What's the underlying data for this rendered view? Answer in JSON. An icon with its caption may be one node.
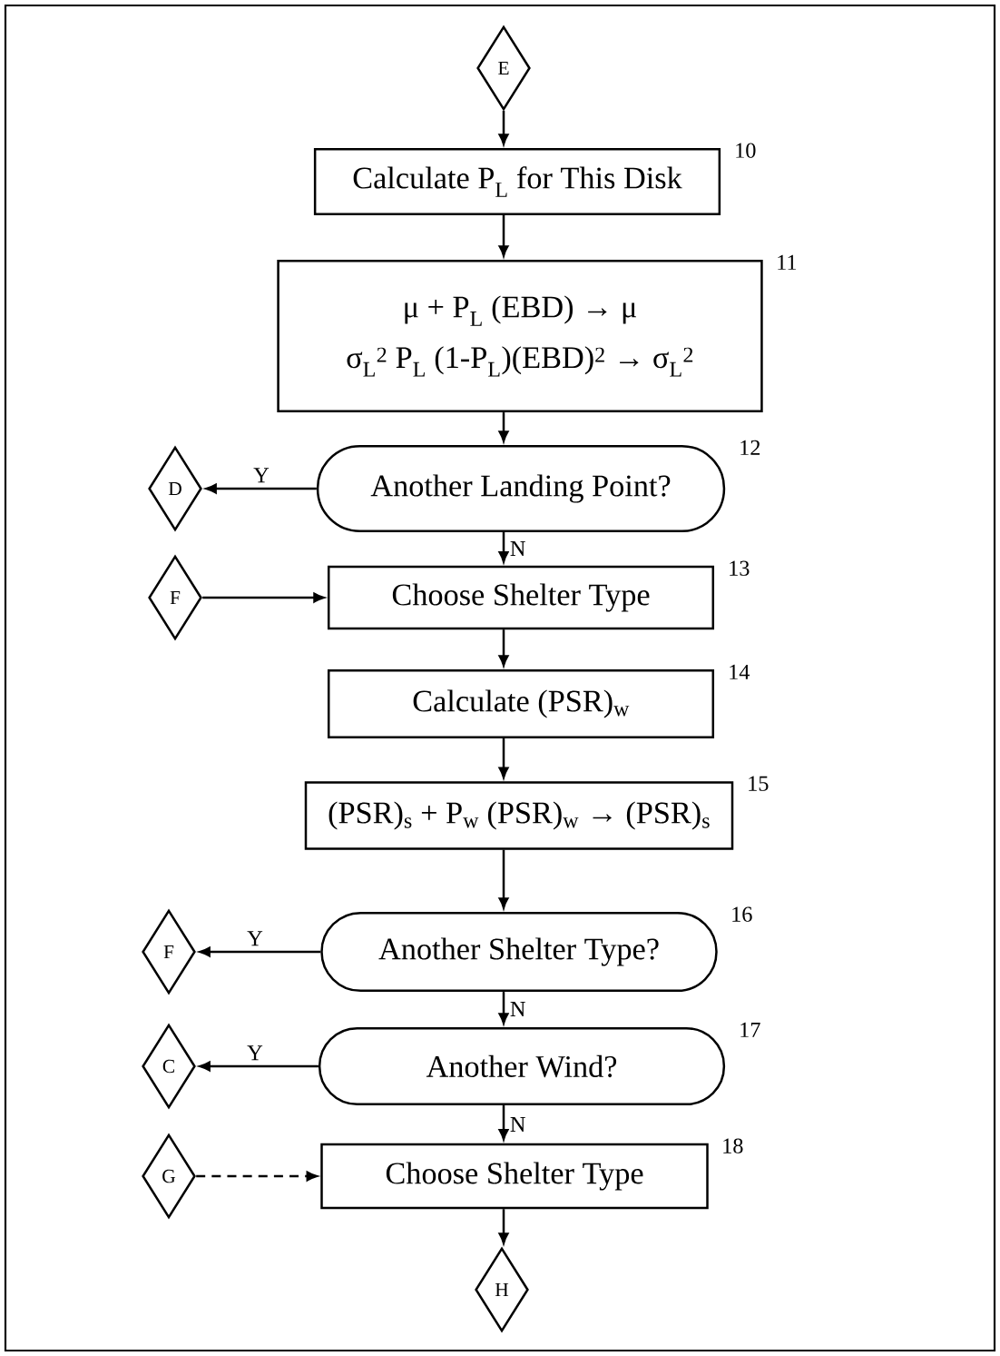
{
  "diagram": {
    "nodes": [
      {
        "text": [
          "E"
        ]
      },
      {
        "text": [
          "Calculate P$_{L}$ for This Disk"
        ],
        "beside": [
          "10"
        ]
      },
      {
        "text": [
          "μ + P$_{L}$ (EBD) → μ",
          "σ$_{L}$$^{2}$ P$_{L}$ (1-P$_{L}$)(EBD)$^{2}$ → σ$_{L}$$^{2}$"
        ],
        "beside": [
          "11"
        ]
      },
      {
        "text": [
          "Another Landing Point?"
        ],
        "beside": [
          "12"
        ]
      },
      {
        "text": [
          "D"
        ]
      },
      {
        "text": [
          "F"
        ]
      },
      {
        "text": [
          "Choose Shelter Type"
        ],
        "beside": [
          "13"
        ]
      },
      {
        "text": [
          "Calculate (PSR)$_{w}$"
        ],
        "beside": [
          "14"
        ]
      },
      {
        "text": [
          "(PSR)$_{s}$ + P$_{w}$ (PSR)$_{w}$ → (PSR)$_{s}$"
        ],
        "beside": [
          "15"
        ]
      },
      {
        "text": [
          "Another Shelter Type?"
        ],
        "beside": [
          "16"
        ]
      },
      {
        "text": [
          "F"
        ]
      },
      {
        "text": [
          "Another Wind?"
        ],
        "beside": [
          "17"
        ]
      },
      {
        "text": [
          "C"
        ]
      },
      {
        "text": [
          "G"
        ]
      },
      {
        "text": [
          "Choose Shelter Type"
        ],
        "beside": [
          "18"
        ]
      },
      {
        "text": [
          "H"
        ]
      }
    ],
    "edges": [
      {
        "from": 0,
        "to": 1,
        "arrow": "to"
      },
      {
        "from": 1,
        "to": 2,
        "arrow": "to"
      },
      {
        "from": 2,
        "to": 3,
        "arrow": "to"
      },
      {
        "from": 3,
        "to": 4,
        "arrow": "to",
        "label": "Y"
      },
      {
        "from": 3,
        "to": 6,
        "arrow": "to",
        "label": "N"
      },
      {
        "from": 5,
        "to": 6,
        "arrow": "to"
      },
      {
        "from": 6,
        "to": 7,
        "arrow": "to"
      },
      {
        "from": 7,
        "to": 8,
        "arrow": "to"
      },
      {
        "from": 8,
        "to": 9,
        "arrow": "to"
      },
      {
        "from": 9,
        "to": 10,
        "arrow": "to",
        "label": "Y"
      },
      {
        "from": 9,
        "to": 11,
        "arrow": "to",
        "label": "N"
      },
      {
        "from": 11,
        "to": 12,
        "arrow": "to",
        "label": "Y"
      },
      {
        "from": 11,
        "to": 14,
        "arrow": "to",
        "label": "N"
      },
      {
        "from": 13,
        "to": 14,
        "arrow": "to",
        "style": "dashed"
      },
      {
        "from": 14,
        "to": 15,
        "arrow": "to"
      }
    ]
  }
}
